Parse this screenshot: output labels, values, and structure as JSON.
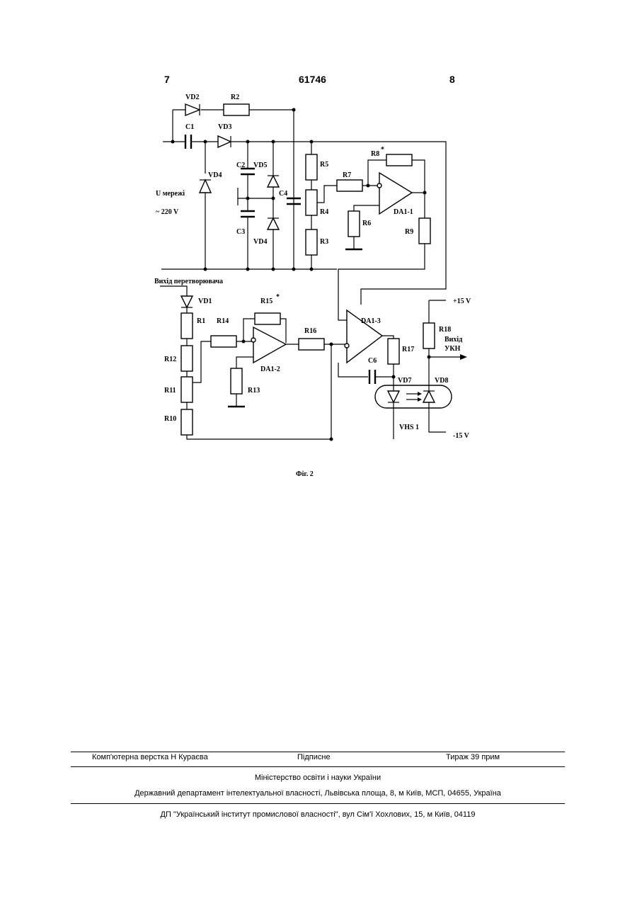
{
  "header": {
    "page_left": "7",
    "patent_number": "61746",
    "page_right": "8"
  },
  "schematic": {
    "labels": {
      "VD2": "VD2",
      "R2": "R2",
      "C1": "C1",
      "VD3": "VD3",
      "C2": "C2",
      "VD5": "VD5",
      "R5": "R5",
      "R8": "R8",
      "R8_mark": "*",
      "R7": "R7",
      "VD4a": "VD4",
      "u_merezhi": "U мережі",
      "C4": "C4",
      "R4": "R4",
      "DA1_1": "DA1-1",
      "v220": "~ 220 V",
      "R6": "R6",
      "C3": "C3",
      "R9": "R9",
      "VD4b": "VD4",
      "R3": "R3",
      "vykhid_pere": "Вихід перетворювача",
      "VD1": "VD1",
      "R15": "R15",
      "R15_mark": "*",
      "plus15": "+15 V",
      "R1": "R1",
      "R14": "R14",
      "DA1_3": "DA1-3",
      "R18": "R18",
      "R16": "R16",
      "vykhid": "Вихід",
      "ukn": "УКН",
      "R12": "R12",
      "R17": "R17",
      "DA1_2": "DA1-2",
      "C6": "C6",
      "VD7": "VD7",
      "VD8": "VD8",
      "R11": "R11",
      "R13": "R13",
      "R10": "R10",
      "VHS1": "VHS 1",
      "minus15": "-15 V"
    }
  },
  "caption": "Фіг. 2",
  "footer": {
    "verstka": "Комп'ютерна верстка Н  Кураєва",
    "pidpysne": "Підписне",
    "tyrazh": "Тираж 39 прим",
    "ministry": "Міністерство освіти і науки України",
    "department": "Державний департамент інтелектуальної власності, Львівська площа, 8, м  Київ, МСП, 04655, Україна",
    "institute": "ДП \"Український інститут промислової власності\", вул  Сім'ї Хохлових, 15, м  Київ, 04119"
  }
}
